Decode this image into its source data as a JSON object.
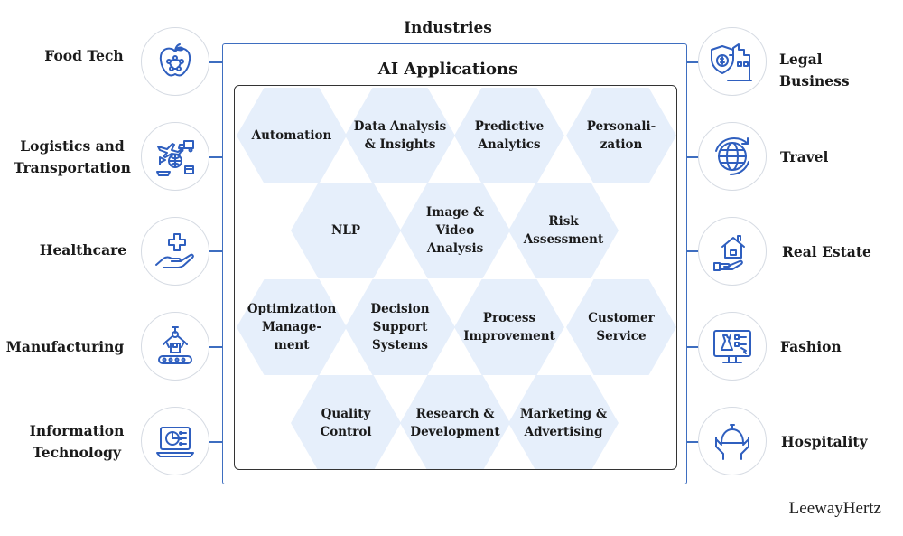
{
  "diagram": {
    "outer_title": "Industries",
    "inner_title": "AI Applications",
    "applications": [
      {
        "label": "Automation"
      },
      {
        "label": "Data Analysis\n& Insights"
      },
      {
        "label": "Predictive\nAnalytics"
      },
      {
        "label": "Personali-\nzation"
      },
      {
        "label": "NLP"
      },
      {
        "label": "Image &\nVideo\nAnalysis"
      },
      {
        "label": "Risk\nAssessment"
      },
      {
        "label": "Optimization\nManage-\nment"
      },
      {
        "label": "Decision\nSupport\nSystems"
      },
      {
        "label": "Process\nImprovement"
      },
      {
        "label": "Customer\nService"
      },
      {
        "label": "Quality\nControl"
      },
      {
        "label": "Research &\nDevelopment"
      },
      {
        "label": "Marketing &\nAdvertising"
      }
    ],
    "industries_left": [
      {
        "label": "Food Tech",
        "icon": "apple-icon"
      },
      {
        "label": "Logistics and\nTransportation",
        "icon": "logistics-icon"
      },
      {
        "label": "Healthcare",
        "icon": "medical-hand-icon"
      },
      {
        "label": "Manufacturing",
        "icon": "robot-arm-conveyor-icon"
      },
      {
        "label": "Information\nTechnology",
        "icon": "laptop-chart-icon"
      }
    ],
    "industries_right": [
      {
        "label": "Legal Business",
        "icon": "shield-building-icon"
      },
      {
        "label": "Travel",
        "icon": "globe-icon"
      },
      {
        "label": "Real Estate",
        "icon": "house-hand-icon"
      },
      {
        "label": "Fashion",
        "icon": "monitor-dress-icon"
      },
      {
        "label": "Hospitality",
        "icon": "service-bell-icon"
      }
    ],
    "brand": "LeewayHertz",
    "colors": {
      "accent": "#2f5fbf",
      "hex_fill": "#e6effb",
      "frame": "#3e6ec0"
    }
  }
}
